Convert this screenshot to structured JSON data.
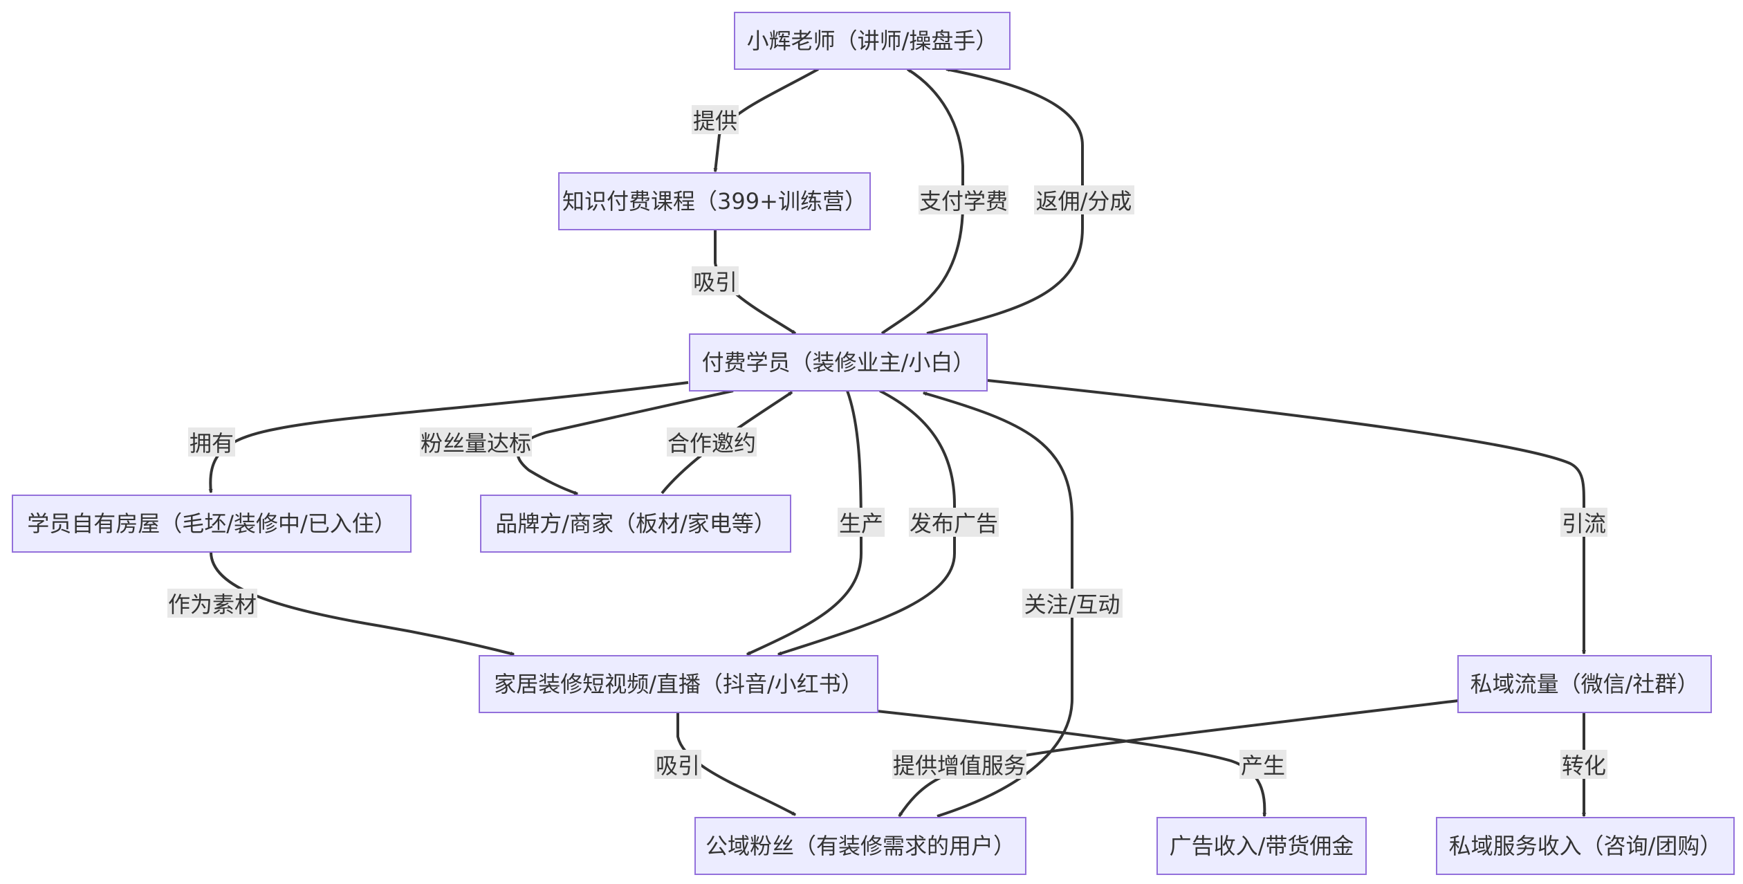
{
  "nodes": {
    "teacher": "小辉老师（讲师/操盘手）",
    "course": "知识付费课程（399+训练营）",
    "student": "付费学员（装修业主/小白）",
    "house": "学员自有房屋（毛坯/装修中/已入住）",
    "brand": "品牌方/商家（板材/家电等）",
    "video": "家居装修短视频/直播（抖音/小红书）",
    "private": "私域流量（微信/社群）",
    "fans": "公域粉丝（有装修需求的用户）",
    "ad": "广告收入/带货佣金",
    "service": "私域服务收入（咨询/团购）"
  },
  "edges": {
    "provide": "提供",
    "attract1": "吸引",
    "pay": "支付学费",
    "rebate": "返佣/分成",
    "own": "拥有",
    "fans_goal": "粉丝量达标",
    "coop": "合作邀约",
    "produce": "生产",
    "publish_ad": "发布广告",
    "follow": "关注/互动",
    "divert": "引流",
    "material": "作为素材",
    "attract2": "吸引",
    "value_added": "提供增值服务",
    "generate": "产生",
    "convert": "转化"
  }
}
